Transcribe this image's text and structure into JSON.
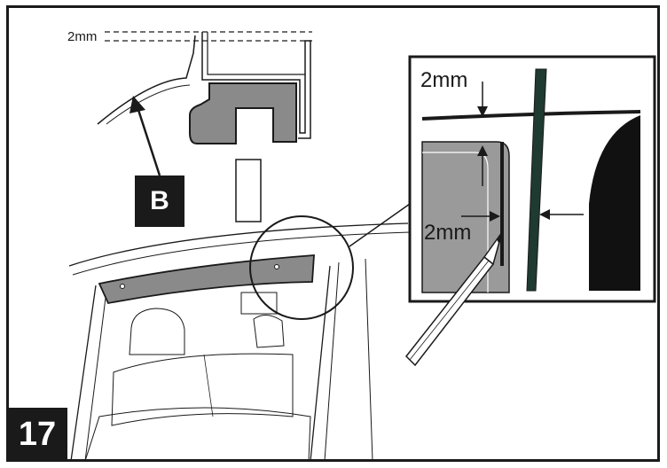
{
  "step": {
    "number": "17"
  },
  "callout": {
    "letter": "B"
  },
  "labels": {
    "top_gap": "2mm",
    "detail_top_gap": "2mm",
    "detail_side_gap": "2mm"
  },
  "colors": {
    "outline": "#1a1a1a",
    "deflector_fill": "#8a8a8a",
    "glass_fill": "#9a9a9a",
    "seal_strip": "#1f3a30"
  }
}
